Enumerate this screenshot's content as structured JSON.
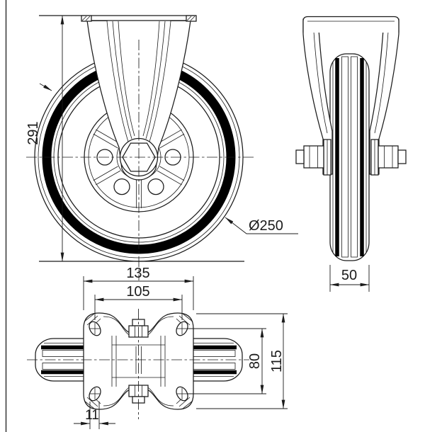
{
  "drawing": {
    "title": "Fixed plate caster wheel - three view technical drawing",
    "background_color": "#ffffff",
    "line_color": "#1b1b1b",
    "tire_color": "#000000",
    "views": {
      "front": {
        "dims": {
          "height": "291",
          "wheel_diameter": "Ø250"
        }
      },
      "side": {
        "dims": {
          "wheel_width": "50"
        }
      },
      "plan": {
        "dims": {
          "plate_width": "135",
          "bolt_hole_spacing_width": "105",
          "bolt_hole_spacing_depth": "80",
          "plate_depth": "115",
          "bolt_slot_width": "11"
        }
      }
    }
  }
}
